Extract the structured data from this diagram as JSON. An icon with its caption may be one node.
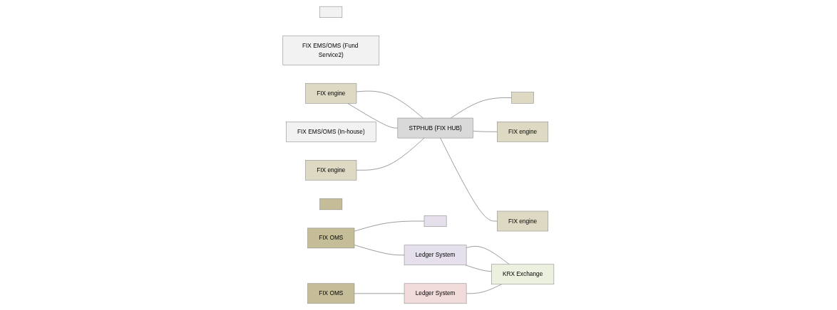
{
  "diagram": {
    "nodes": [
      {
        "text": [],
        "shape": "box"
      },
      {
        "text": [
          "FIX EMS/OMS (Fund Service2)"
        ]
      },
      {
        "text": [
          "FIX engine"
        ]
      },
      {
        "text": [
          "FIX EMS/OMS (In-house)"
        ]
      },
      {
        "text": [
          "FIX engine"
        ]
      },
      {
        "text": [
          "STPHUB (FIX HUB)"
        ]
      },
      {
        "text": [],
        "shape": "box"
      },
      {
        "text": [],
        "shape": "box"
      },
      {
        "text": [
          "FIX engine"
        ]
      },
      {
        "text": [
          "FIX OMS"
        ]
      },
      {
        "text": [],
        "shape": "box"
      },
      {
        "text": [
          "Ledger System"
        ]
      },
      {
        "text": [
          "FIX engine"
        ]
      },
      {
        "text": [
          "FIX OMS"
        ]
      },
      {
        "text": [
          "Ledger System"
        ]
      },
      {
        "text": [
          "KRX Exchange"
        ]
      }
    ],
    "edges": [
      {
        "from": 2,
        "to": 5,
        "arrow": "none"
      },
      {
        "from": 2,
        "to": 5,
        "arrow": "none"
      },
      {
        "from": 4,
        "to": 5,
        "arrow": "none"
      },
      {
        "from": 5,
        "to": 6,
        "arrow": "none"
      },
      {
        "from": 5,
        "to": 8,
        "arrow": "none"
      },
      {
        "from": 9,
        "to": 10,
        "arrow": "none"
      },
      {
        "from": 9,
        "to": 11,
        "arrow": "none"
      },
      {
        "from": 11,
        "to": 15,
        "arrow": "none"
      },
      {
        "from": 11,
        "to": 15,
        "arrow": "none"
      },
      {
        "from": 5,
        "to": 12,
        "arrow": "none"
      },
      {
        "from": 13,
        "to": 14,
        "arrow": "none"
      },
      {
        "from": 14,
        "to": 15,
        "arrow": "none"
      }
    ]
  }
}
